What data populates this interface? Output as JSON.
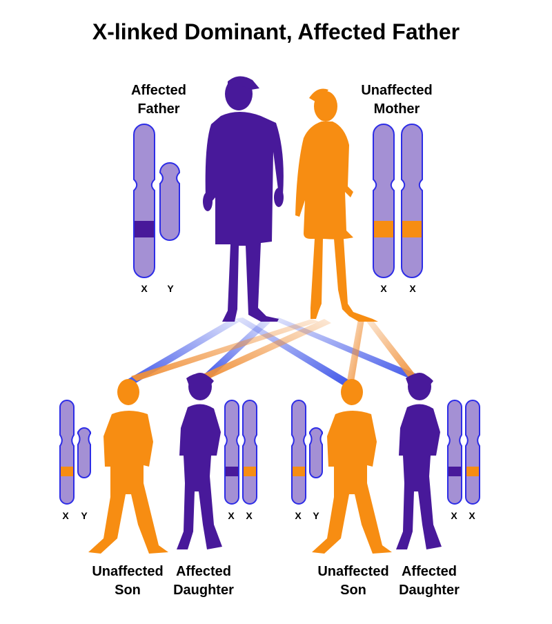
{
  "diagram": {
    "title": "X-linked Dominant, Affected Father",
    "colors": {
      "affected": "#48199a",
      "unaffected": "#f78d12",
      "chromosome_fill": "#a490d4",
      "chromosome_stroke": "#2c2ce6",
      "connector_blue": "#3d54e8",
      "connector_orange": "#f0913a",
      "background": "#ffffff"
    },
    "parents": {
      "father": {
        "label_line1": "Affected",
        "label_line2": "Father",
        "chromosomes": [
          "X",
          "Y"
        ],
        "status": "affected"
      },
      "mother": {
        "label_line1": "Unaffected",
        "label_line2": "Mother",
        "chromosomes": [
          "X",
          "X"
        ],
        "status": "unaffected"
      }
    },
    "children": [
      {
        "label_line1": "Unaffected",
        "label_line2": "Son",
        "chromosomes": [
          "X",
          "Y"
        ],
        "status": "unaffected"
      },
      {
        "label_line1": "Affected",
        "label_line2": "Daughter",
        "chromosomes": [
          "X",
          "X"
        ],
        "status": "affected"
      },
      {
        "label_line1": "Unaffected",
        "label_line2": "Son",
        "chromosomes": [
          "X",
          "Y"
        ],
        "status": "unaffected"
      },
      {
        "label_line1": "Affected",
        "label_line2": "Daughter",
        "chromosomes": [
          "X",
          "X"
        ],
        "status": "affected"
      }
    ],
    "icons": [
      "man-silhouette-icon",
      "woman-silhouette-icon",
      "boy-silhouette-icon",
      "girl-silhouette-icon",
      "chromosome-icon"
    ]
  }
}
